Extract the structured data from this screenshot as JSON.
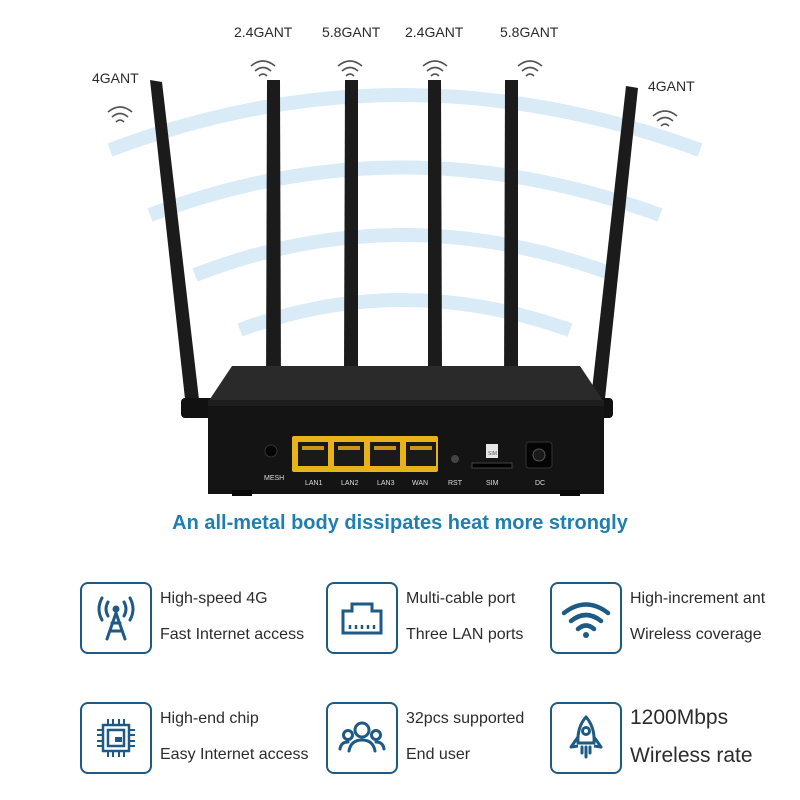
{
  "antennas": {
    "labels": [
      "4GANT",
      "2.4GANT",
      "5.8GANT",
      "2.4GANT",
      "5.8GANT",
      "4GANT"
    ]
  },
  "router": {
    "ports": [
      "MESH",
      "LAN1",
      "LAN2",
      "LAN3",
      "WAN",
      "RST",
      "SIM",
      "DC"
    ],
    "sim_slot_text": "SIM"
  },
  "headline": "An all-metal body dissipates heat more strongly",
  "features": [
    {
      "icon": "cell-tower-icon",
      "line1": "High-speed 4G",
      "line2": "Fast Internet access"
    },
    {
      "icon": "ethernet-port-icon",
      "line1": "Multi-cable port",
      "line2": "Three LAN ports"
    },
    {
      "icon": "wifi-icon",
      "line1": "High-increment ant",
      "line2": "Wireless coverage"
    },
    {
      "icon": "chip-icon",
      "line1": "High-end chip",
      "line2": "Easy Internet access"
    },
    {
      "icon": "users-icon",
      "line1": "32pcs supported",
      "line2": "End user"
    },
    {
      "icon": "rocket-icon",
      "line1": "1200Mbps",
      "line2": "Wireless rate"
    }
  ],
  "colors": {
    "accent": "#1f7fb0",
    "icon_border": "#1e5a86",
    "port_yellow": "#e8b21a",
    "router_body": "#141414",
    "wave": "#d6e9f5"
  }
}
